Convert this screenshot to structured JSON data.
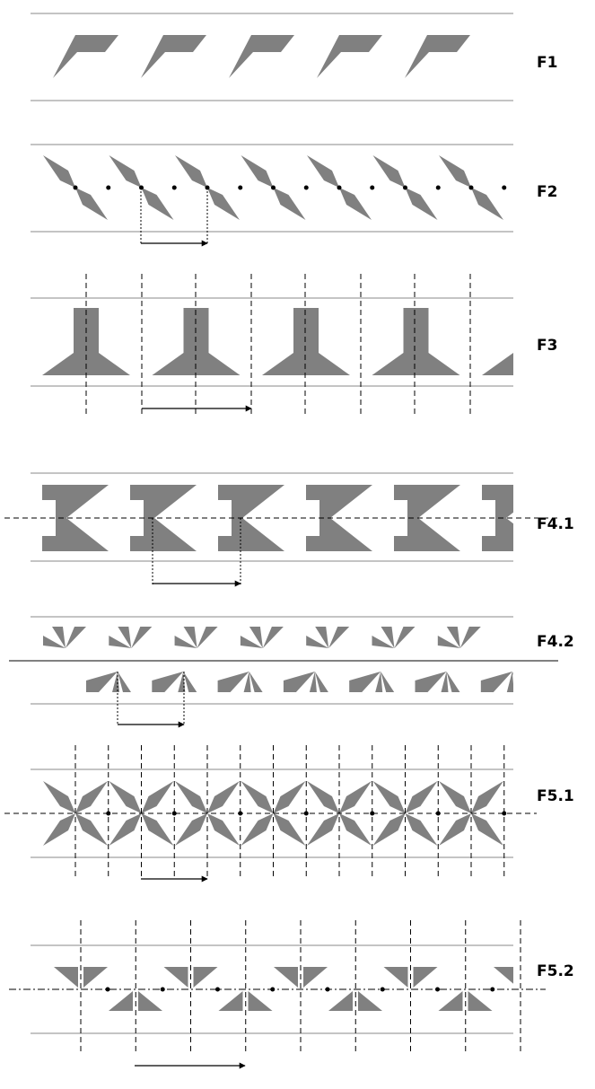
{
  "colors": {
    "motif": "#808080",
    "line": "#000000",
    "divider": "#888888"
  },
  "friezes": [
    {
      "id": "f1",
      "label": "F1"
    },
    {
      "id": "f2",
      "label": "F2"
    },
    {
      "id": "f3",
      "label": "F3"
    },
    {
      "id": "f41",
      "label": "F4.1"
    },
    {
      "id": "f42",
      "label": "F4.2"
    },
    {
      "id": "f51",
      "label": "F5.1"
    },
    {
      "id": "f52",
      "label": "F5.2"
    }
  ]
}
